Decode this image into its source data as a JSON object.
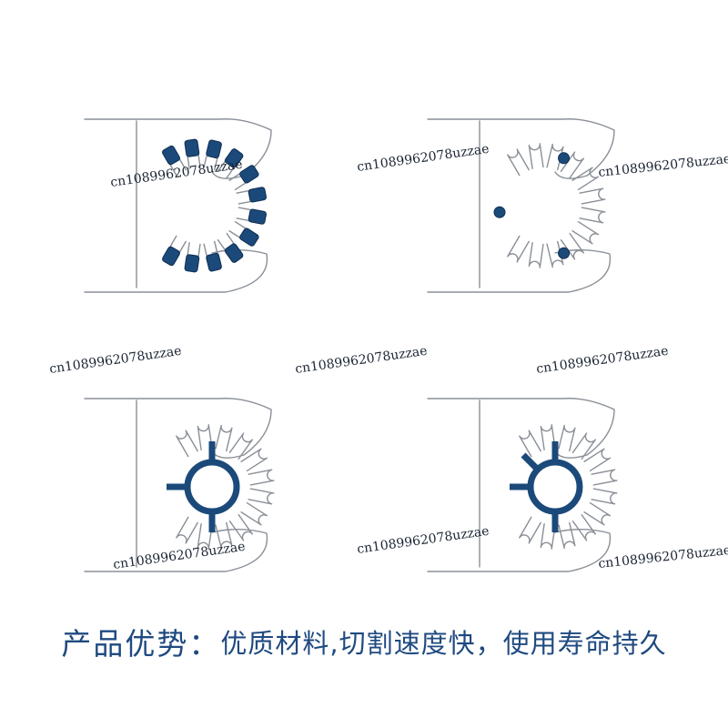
{
  "watermark": "cn1089962078uzzae",
  "caption": {
    "label": "产品优势：",
    "description": "优质材料,切割速度快，使用寿命持久"
  },
  "panels": [
    {
      "variant": "teeth-filled"
    },
    {
      "variant": "dots"
    },
    {
      "variant": "hub-cross"
    },
    {
      "variant": "hub-star"
    }
  ],
  "colors": {
    "accent": "#1b4a7a",
    "outline": "#8a8f97",
    "caption": "#1f4a80"
  }
}
